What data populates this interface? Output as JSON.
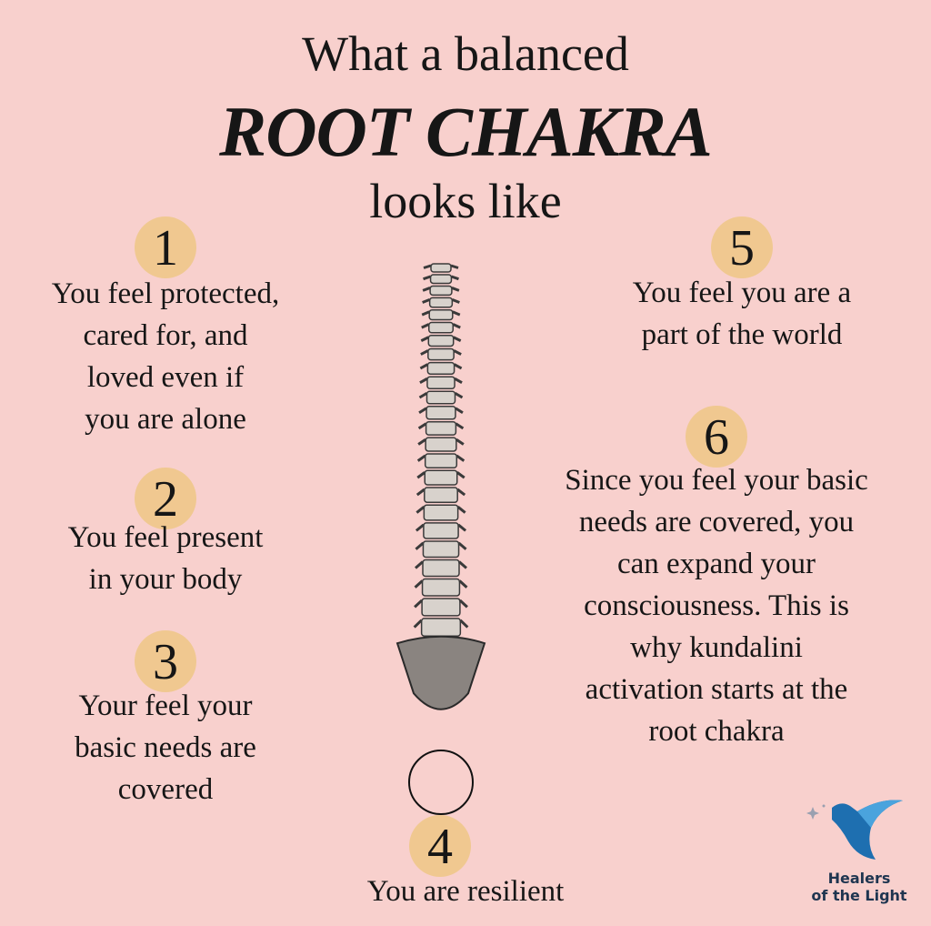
{
  "title": {
    "line1": "What a balanced",
    "line2": "ROOT CHAKRA",
    "line3": "looks like"
  },
  "items": [
    {
      "number": "1",
      "lines": [
        "You feel protected,",
        "cared for, and",
        "loved even if",
        "you are alone"
      ]
    },
    {
      "number": "2",
      "lines": [
        "You feel present",
        "in your body"
      ]
    },
    {
      "number": "3",
      "lines": [
        "Your feel your",
        "basic needs are",
        "covered"
      ]
    },
    {
      "number": "4",
      "lines": [
        "You are resilient"
      ]
    },
    {
      "number": "5",
      "lines": [
        "You feel you are a",
        "part of the world"
      ]
    },
    {
      "number": "6",
      "lines": [
        "Since you feel your basic",
        "needs are covered, you",
        "can expand your",
        "consciousness. This is",
        "why kundalini",
        "activation starts at the",
        "root chakra"
      ]
    }
  ],
  "logo": {
    "line1": "Healers",
    "line2": "of the Light"
  },
  "colors": {
    "background": "#f8d0cd",
    "number_circle": "#f0c890",
    "logo_blue": "#1e6fb0"
  }
}
